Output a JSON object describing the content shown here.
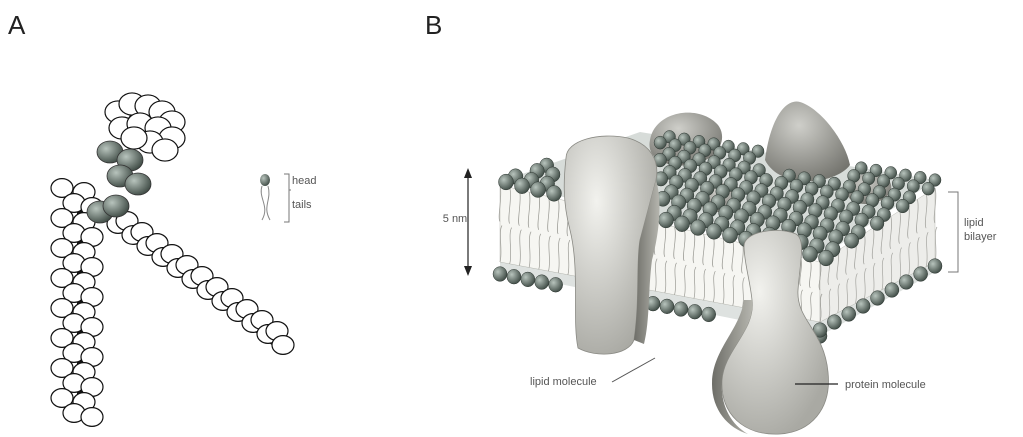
{
  "figure": {
    "panel_a_label": "A",
    "panel_b_label": "B",
    "legend": {
      "head_label": "head",
      "tails_label": "tails"
    },
    "panel_b": {
      "thickness_label": "5 nm",
      "bilayer_label": "lipid bilayer",
      "lipid_molecule_label": "lipid molecule",
      "protein_molecule_label": "protein molecule"
    }
  },
  "colors": {
    "head_group": "#7a8a82",
    "tail_fill": "#ffffff",
    "tail_dark": "#111111",
    "protein": "#d8d8d3",
    "protein_dark": "#8c8c86"
  }
}
